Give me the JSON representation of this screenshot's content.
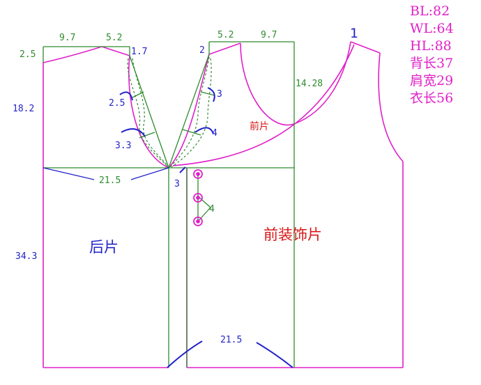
{
  "colors": {
    "outline": "#e020c8",
    "construction": "#2e8b2e",
    "dimension": "#2323c8",
    "accent": "#d81818"
  },
  "measurements": [
    "BL:82",
    "WL:64",
    "HL:88",
    "背长37",
    "肩宽29",
    "衣长56"
  ],
  "labels": {
    "back_shoulder_left": "9.7",
    "back_shoulder_right": "5.2",
    "back_drop": "2.5",
    "back_neck_point": "1.7",
    "back_armhole_depth": "18.2",
    "back_dart_small": "2.5",
    "back_dart_large": "3.3",
    "chest_width": "21.5",
    "center_mark": "3",
    "back_length": "34.3",
    "back_panel": "后片",
    "front_point_2": "2",
    "front_shoulder_left": "5.2",
    "front_shoulder_right": "9.7",
    "front_dart_small": "3",
    "front_dart_large": "4",
    "front_armhole_depth": "14.28",
    "front_panel_small": "前片",
    "button_spacing": "4",
    "decor_panel": "前装饰片",
    "hem_width": "21.5",
    "point_1": "1"
  }
}
